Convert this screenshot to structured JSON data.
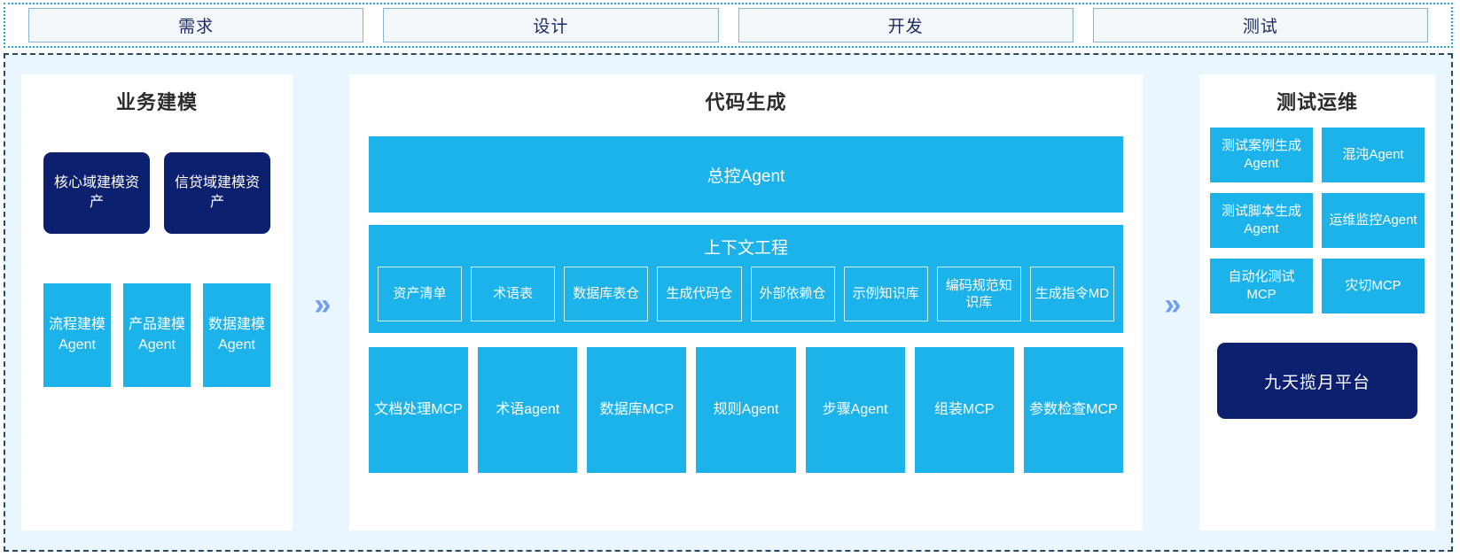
{
  "colors": {
    "accent_cyan": "#1cb3ea",
    "navy": "#0d2070",
    "arrow_blue": "#6f9ef2",
    "region_bg": "#eaf6fd",
    "stage_fill": "#f3f7f9",
    "stage_border": "#8ab6cc",
    "region_border": "#2a4a63",
    "strip_border": "#27a5d4"
  },
  "stages": [
    {
      "label": "需求"
    },
    {
      "label": "设计"
    },
    {
      "label": "开发"
    },
    {
      "label": "测试"
    }
  ],
  "arrows": {
    "left_arrow": "»",
    "right_arrow": "»"
  },
  "business_modeling": {
    "title": "业务建模",
    "assets": [
      {
        "label": "核心域建模资产"
      },
      {
        "label": "信贷域建模资产"
      }
    ],
    "agents": [
      {
        "label": "流程建模Agent"
      },
      {
        "label": "产品建模Agent"
      },
      {
        "label": "数据建模Agent"
      }
    ]
  },
  "code_generation": {
    "title": "代码生成",
    "master_agent": "总控Agent",
    "context": {
      "title": "上下文工程",
      "items": [
        {
          "label": "资产清单"
        },
        {
          "label": "术语表"
        },
        {
          "label": "数据库表仓"
        },
        {
          "label": "生成代码仓"
        },
        {
          "label": "外部依赖仓"
        },
        {
          "label": "示例知识库"
        },
        {
          "label": "编码规范知识库"
        },
        {
          "label": "生成指令MD"
        }
      ]
    },
    "tools": [
      {
        "label": "文档处理MCP"
      },
      {
        "label": "术语agent"
      },
      {
        "label": "数据库MCP"
      },
      {
        "label": "规则Agent"
      },
      {
        "label": "步骤Agent"
      },
      {
        "label": "组装MCP"
      },
      {
        "label": "参数检查MCP"
      }
    ]
  },
  "test_ops": {
    "title": "测试运维",
    "cards": [
      {
        "label": "测试案例生成Agent"
      },
      {
        "label": "混沌Agent"
      },
      {
        "label": "测试脚本生成Agent"
      },
      {
        "label": "运维监控Agent"
      },
      {
        "label": "自动化测试MCP"
      },
      {
        "label": "灾切MCP"
      }
    ],
    "platform": "九天揽月平台"
  }
}
